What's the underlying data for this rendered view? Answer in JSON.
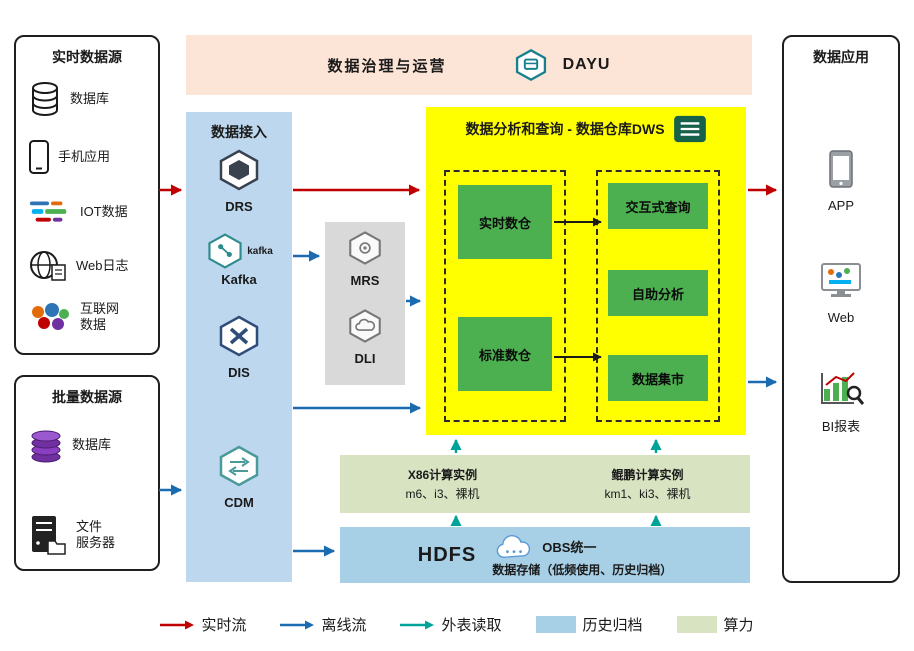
{
  "banner": {
    "title": "数据治理与运营",
    "service": "DAYU"
  },
  "realtime_sources": {
    "title": "实时数据源",
    "items": [
      {
        "label": "数据库"
      },
      {
        "label": "手机应用"
      },
      {
        "label": "IOT数据"
      },
      {
        "label": "Web日志"
      },
      {
        "label": "互联网\n数据"
      }
    ]
  },
  "batch_sources": {
    "title": "批量数据源",
    "items": [
      {
        "label": "数据库"
      },
      {
        "label": "文件\n服务器"
      }
    ]
  },
  "ingestion": {
    "title": "数据接入",
    "kafka_logo": "kafka",
    "services": [
      "DRS",
      "Kafka",
      "DIS",
      "CDM"
    ]
  },
  "processing": {
    "services": [
      "MRS",
      "DLI"
    ]
  },
  "dws": {
    "title": "数据分析和查询 - 数据仓库DWS",
    "warehouses": [
      "实时数仓",
      "标准数仓"
    ],
    "analytics": [
      "交互式查询",
      "自助分析",
      "数据集市"
    ]
  },
  "compute": {
    "x86": {
      "title": "X86计算实例",
      "spec": "m6、i3、裸机"
    },
    "kunpeng": {
      "title": "鲲鹏计算实例",
      "spec": "km1、ki3、裸机"
    }
  },
  "storage": {
    "hdfs": "HDFS",
    "obs_line1": "OBS统一",
    "obs_line2": "数据存储（低频使用、历史归档）"
  },
  "applications": {
    "title": "数据应用",
    "items": [
      "APP",
      "Web",
      "BI报表"
    ]
  },
  "legend": {
    "realtime": "实时流",
    "offline": "离线流",
    "external": "外表读取",
    "archive": "历史归档",
    "compute": "算力"
  },
  "colors": {
    "realtime_flow": "#c00000",
    "offline_flow": "#1a6bb0",
    "external_read": "#00a39a",
    "banner_fill": "#fce4d6",
    "ingest_fill": "#bdd7ee",
    "processing_fill": "#d9d9d9",
    "dws_fill": "#ffff00",
    "warehouse_fill": "#4cb050",
    "compute_fill": "#d7e3c1",
    "archive_fill": "#a7cfe5"
  }
}
